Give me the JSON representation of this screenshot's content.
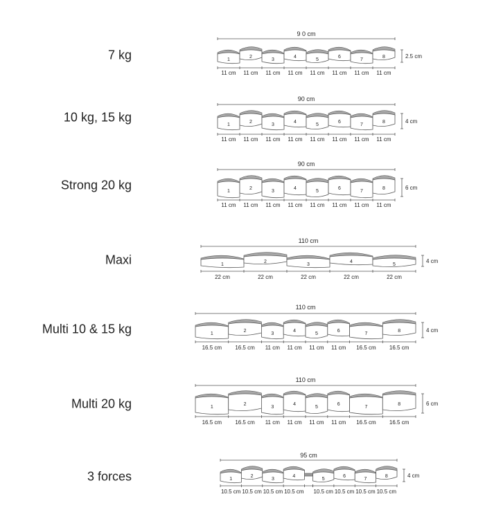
{
  "colors": {
    "band_fill": "#ffffff",
    "band_top": "#a8a8a8",
    "line": "#555555",
    "text": "#222222"
  },
  "rows": [
    {
      "label": "7 kg",
      "total": "9 0 cm",
      "height": "2.5 cm",
      "segments": [
        {
          "n": "1",
          "cm": 11,
          "text": "11 cm"
        },
        {
          "n": "2",
          "cm": 11,
          "text": "11 cm"
        },
        {
          "n": "3",
          "cm": 11,
          "text": "11 cm"
        },
        {
          "n": "4",
          "cm": 11,
          "text": "11 cm"
        },
        {
          "n": "5",
          "cm": 11,
          "text": "11 cm"
        },
        {
          "n": "6",
          "cm": 11,
          "text": "11 cm"
        },
        {
          "n": "7",
          "cm": 11,
          "text": "11 cm"
        },
        {
          "n": "8",
          "cm": 11,
          "text": "11 cm"
        }
      ]
    },
    {
      "label": "10 kg, 15 kg",
      "total": "90 cm",
      "height": "4 cm",
      "segments": [
        {
          "n": "1",
          "cm": 11,
          "text": "11 cm"
        },
        {
          "n": "2",
          "cm": 11,
          "text": "11 cm"
        },
        {
          "n": "3",
          "cm": 11,
          "text": "11 cm"
        },
        {
          "n": "4",
          "cm": 11,
          "text": "11 cm"
        },
        {
          "n": "5",
          "cm": 11,
          "text": "11 cm"
        },
        {
          "n": "6",
          "cm": 11,
          "text": "11 cm"
        },
        {
          "n": "7",
          "cm": 11,
          "text": "11 cm"
        },
        {
          "n": "8",
          "cm": 11,
          "text": "11 cm"
        }
      ]
    },
    {
      "label": "Strong 20 kg",
      "total": "90 cm",
      "height": "6 cm",
      "segments": [
        {
          "n": "1",
          "cm": 11,
          "text": "11 cm"
        },
        {
          "n": "2",
          "cm": 11,
          "text": "11 cm"
        },
        {
          "n": "3",
          "cm": 11,
          "text": "11 cm"
        },
        {
          "n": "4",
          "cm": 11,
          "text": "11 cm"
        },
        {
          "n": "5",
          "cm": 11,
          "text": "11 cm"
        },
        {
          "n": "6",
          "cm": 11,
          "text": "11 cm"
        },
        {
          "n": "7",
          "cm": 11,
          "text": "11 cm"
        },
        {
          "n": "8",
          "cm": 11,
          "text": "11 cm"
        }
      ]
    },
    {
      "label": "Maxi",
      "total": "110 cm",
      "height": "4 cm",
      "segments": [
        {
          "n": "1",
          "cm": 22,
          "text": "22 cm"
        },
        {
          "n": "2",
          "cm": 22,
          "text": "22 cm"
        },
        {
          "n": "3",
          "cm": 22,
          "text": "22 cm"
        },
        {
          "n": "4",
          "cm": 22,
          "text": "22 cm"
        },
        {
          "n": "5",
          "cm": 22,
          "text": "22 cm"
        }
      ]
    },
    {
      "label": "Multi 10 & 15 kg",
      "total": "110 cm",
      "height": "4 cm",
      "segments": [
        {
          "n": "1",
          "cm": 16.5,
          "text": "16.5 cm"
        },
        {
          "n": "2",
          "cm": 16.5,
          "text": "16.5 cm"
        },
        {
          "n": "3",
          "cm": 11,
          "text": "11 cm"
        },
        {
          "n": "4",
          "cm": 11,
          "text": "11 cm"
        },
        {
          "n": "5",
          "cm": 11,
          "text": "11 cm"
        },
        {
          "n": "6",
          "cm": 11,
          "text": "11 cm"
        },
        {
          "n": "7",
          "cm": 16.5,
          "text": "16.5 cm"
        },
        {
          "n": "8",
          "cm": 16.5,
          "text": "16.5 cm"
        }
      ]
    },
    {
      "label": "Multi 20 kg",
      "total": "110 cm",
      "height": "6 cm",
      "segments": [
        {
          "n": "1",
          "cm": 16.5,
          "text": "16.5 cm"
        },
        {
          "n": "2",
          "cm": 16.5,
          "text": "16.5 cm"
        },
        {
          "n": "3",
          "cm": 11,
          "text": "11 cm"
        },
        {
          "n": "4",
          "cm": 11,
          "text": "11 cm"
        },
        {
          "n": "5",
          "cm": 11,
          "text": "11 cm"
        },
        {
          "n": "6",
          "cm": 11,
          "text": "11 cm"
        },
        {
          "n": "7",
          "cm": 16.5,
          "text": "16.5 cm"
        },
        {
          "n": "8",
          "cm": 16.5,
          "text": "16.5 cm"
        }
      ]
    },
    {
      "label": "3 forces",
      "total": "95 cm",
      "height": "4 cm",
      "connector_after": 4,
      "segments": [
        {
          "n": "1",
          "cm": 10.5,
          "text": "10.5 cm"
        },
        {
          "n": "2",
          "cm": 10.5,
          "text": "10.5 cm"
        },
        {
          "n": "3",
          "cm": 10.5,
          "text": "10.5 cm"
        },
        {
          "n": "4",
          "cm": 10.5,
          "text": "10.5 cm"
        },
        {
          "n": "5",
          "cm": 10.5,
          "text": "10.5 cm"
        },
        {
          "n": "6",
          "cm": 10.5,
          "text": "10.5 cm"
        },
        {
          "n": "7",
          "cm": 10.5,
          "text": "10.5 cm"
        },
        {
          "n": "8",
          "cm": 10.5,
          "text": "10.5 cm"
        }
      ]
    }
  ]
}
